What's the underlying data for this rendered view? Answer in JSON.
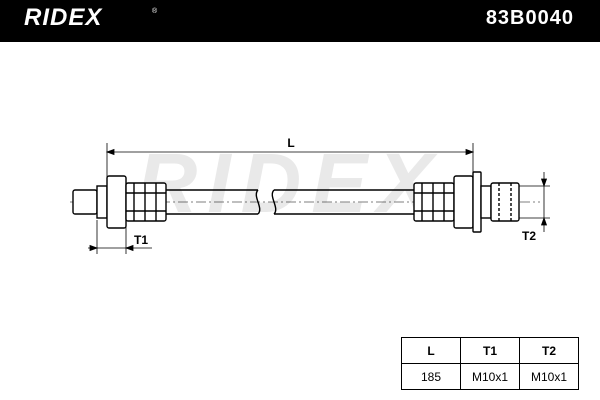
{
  "header": {
    "brand": "RIDEX",
    "brand_mark": "®",
    "part_number": "83B0040"
  },
  "watermark": "RIDEX",
  "dimensions": {
    "length_label": "L",
    "thread1_label": "T1",
    "thread2_label": "T2"
  },
  "spec_table": {
    "headers": [
      "L",
      "T1",
      "T2"
    ],
    "values": [
      "185",
      "M10x1",
      "M10x1"
    ]
  },
  "colors": {
    "header_bg": "#000000",
    "header_text": "#ffffff",
    "line": "#000000",
    "watermark": "#e6e6e6"
  }
}
